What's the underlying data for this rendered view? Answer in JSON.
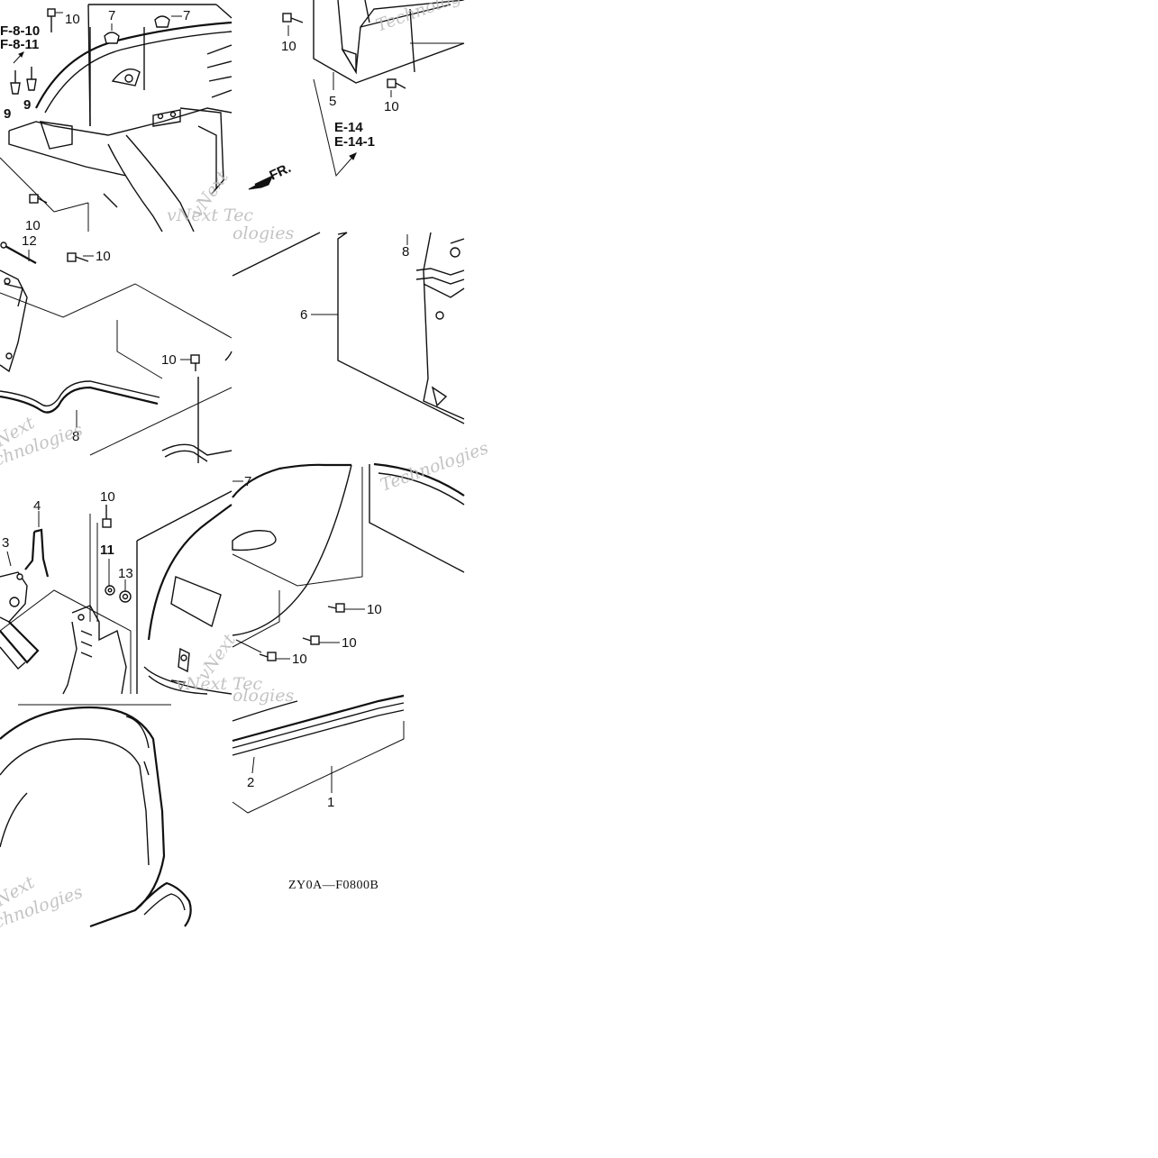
{
  "callouts": {
    "c1": "1",
    "c2": "2",
    "c3": "3",
    "c4": "4",
    "c5": "5",
    "c6": "6",
    "c7": "7",
    "c8": "8",
    "c9": "9",
    "c10": "10",
    "c11": "11",
    "c12": "12",
    "c13": "13"
  },
  "refs": {
    "f_8_10": "F-8-10",
    "f_8_11": "F-8-11",
    "e_14": "E-14",
    "e_14_1": "E-14-1",
    "fr": "FR."
  },
  "diagram_code": "ZY0A—F0800B",
  "watermark": {
    "next": "Next",
    "tech": "Technologies",
    "technologies_partial": "chnologies",
    "next_tec": "vNext Tec",
    "ologies": "ologies",
    "vnext": "vNext"
  }
}
